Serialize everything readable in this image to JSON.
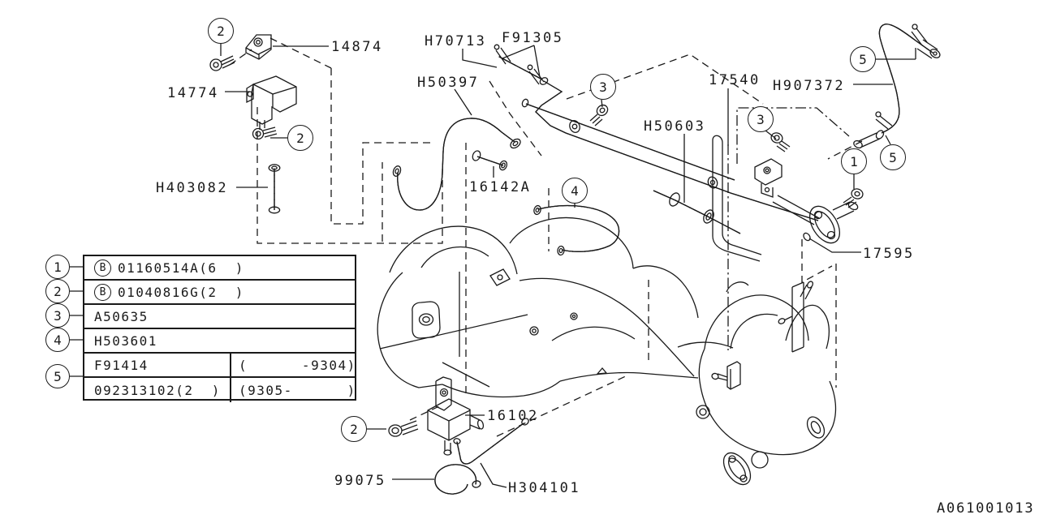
{
  "diagram": {
    "id": "A061001013",
    "background": "#ffffff",
    "line_color": "#1a1a1a"
  },
  "labels": {
    "p14874": "14874",
    "p14774": "14774",
    "h70713": "H70713",
    "f91305": "F91305",
    "h50397": "H50397",
    "p17540": "17540",
    "h907372": "H907372",
    "h50603": "H50603",
    "h403082": "H403082",
    "p16142a": "16142A",
    "p17595": "17595",
    "p16102": "16102",
    "p99075": "99075",
    "h304101": "H304101"
  },
  "callouts": {
    "n1": "1",
    "n2": "2",
    "n3": "3",
    "n4": "4",
    "n5": "5"
  },
  "legend": {
    "rows": [
      {
        "num": "1",
        "prefix": "B",
        "code": "01160514A(6  )"
      },
      {
        "num": "2",
        "prefix": "B",
        "code": "01040816G(2  )"
      },
      {
        "num": "3",
        "code": "A50635"
      },
      {
        "num": "4",
        "code": "H503601"
      },
      {
        "num": "5",
        "code_a": "F91414",
        "range_a": "(      -9304)",
        "code_b": "092313102(2  )",
        "range_b": "(9305-      )"
      }
    ]
  }
}
